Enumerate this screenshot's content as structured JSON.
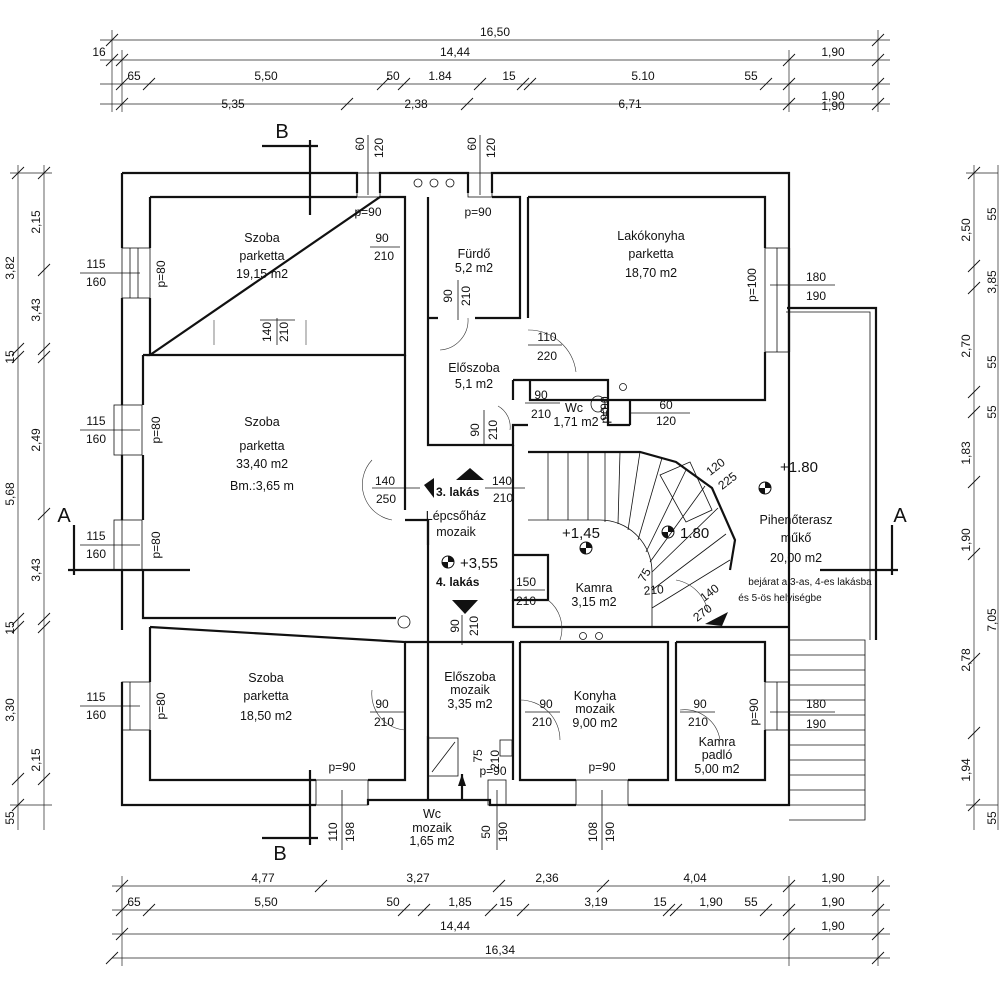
{
  "sections": {
    "a_left": "A",
    "a_right": "A",
    "b_top": "B",
    "b_bottom": "B"
  },
  "top_dims": {
    "row1": [
      "16,50"
    ],
    "row2": [
      "16",
      "14,44",
      "1,90"
    ],
    "row3": [
      "65",
      "5,50",
      "50",
      "1.84",
      "15",
      "5.10",
      "55",
      "1,90"
    ],
    "row4": [
      "5,35",
      "2,38",
      "6,71",
      "1,90"
    ]
  },
  "bottom_dims": {
    "row1": [
      "4,77",
      "3,27",
      "2,36",
      "4,04",
      "1,90"
    ],
    "row2": [
      "65",
      "5,50",
      "50",
      "1,85",
      "15",
      "3,19",
      "15",
      "1,90",
      "55",
      "1,90"
    ],
    "row3": [
      "14,44",
      "1,90"
    ],
    "row4": [
      "16,34"
    ]
  },
  "left_dims": {
    "outer": [
      "3,82",
      "15",
      "5,68",
      "15",
      "3,30",
      "55"
    ],
    "inner": [
      "2,15",
      "3,43",
      "2,49",
      "3,43",
      "2,15"
    ]
  },
  "right_dims": {
    "outer": [
      "3,85",
      "55",
      "1,90",
      "7,05",
      "55"
    ],
    "inner": [
      "2,50",
      "55",
      "2,70",
      "55",
      "1,83",
      "2,78",
      "1,94"
    ]
  },
  "rooms": {
    "szoba1": {
      "name": "Szoba",
      "floor": "parketta",
      "area": "19,15 m2"
    },
    "szoba2": {
      "name": "Szoba",
      "floor": "parketta",
      "area": "33,40 m2",
      "extra": "Bm.:3,65 m"
    },
    "szoba3": {
      "name": "Szoba",
      "floor": "parketta",
      "area": "18,50 m2"
    },
    "furdo": {
      "name": "Fürdő",
      "area": "5,2 m2"
    },
    "lakokonyha": {
      "name": "Lakókonyha",
      "floor": "parketta",
      "area": "18,70 m2"
    },
    "eloszoba1": {
      "name": "Előszoba",
      "area": "5,1 m2"
    },
    "wc1": {
      "name": "Wc",
      "area": "1,71 m2"
    },
    "lepcsohaz": {
      "name": "Lépcsőház",
      "floor": "mozaik"
    },
    "kamra1": {
      "name": "Kamra",
      "area": "3,15 m2"
    },
    "pihenoterasz": {
      "name": "Pihenőterasz",
      "floor": "műkő",
      "area": "20,00 m2"
    },
    "eloszoba2": {
      "name": "Előszoba",
      "floor": "mozaik",
      "area": "3,35 m2"
    },
    "konyha": {
      "name": "Konyha",
      "floor": "mozaik",
      "area": "9,00 m2"
    },
    "kamra2": {
      "name": "Kamra",
      "floor": "padló",
      "area": "5,00 m2"
    },
    "wc2": {
      "name": "Wc",
      "floor": "mozaik",
      "area": "1,65 m2"
    }
  },
  "labels": {
    "lakas3": "3. lakás",
    "lakas4": "4. lakás",
    "level_355": "+3,55",
    "level_145": "+1,45",
    "level_180a": "1.80",
    "level_180b": "+1.80",
    "entrance_line1": "bejárat a 3-as, 4-es lakásba",
    "entrance_line2": "és 5-ös helyiségbe"
  },
  "windows": {
    "w1": {
      "width": "115",
      "height": "160",
      "sill": "p=80"
    },
    "w2": {
      "width": "115",
      "height": "160",
      "sill": "p=80"
    },
    "w3": {
      "width": "115",
      "height": "160",
      "sill": "p=80"
    },
    "w4": {
      "width": "115",
      "height": "160",
      "sill": "p=80"
    },
    "w5": {
      "width": "180",
      "height": "190",
      "sill": "p=100"
    },
    "w6": {
      "width": "180",
      "height": "190",
      "sill": "p=90"
    },
    "w_top1": {
      "width": "60",
      "height": "120",
      "sill": "p=90"
    },
    "w_top2": {
      "width": "60",
      "height": "120",
      "sill": "p=90"
    },
    "w_wc1": {
      "width": "60",
      "height": "120",
      "sill": "p=90"
    },
    "w_b1": {
      "width": "110",
      "height": "198",
      "sill": "p=90"
    },
    "w_b2": {
      "width": "50",
      "height": "190",
      "sill": "p=90"
    },
    "w_b3": {
      "width": "108",
      "height": "190",
      "sill": "p=90"
    }
  },
  "doors": {
    "d_szoba": {
      "width": "140",
      "height": "210"
    },
    "d_furdo": {
      "width": "90",
      "height": "210"
    },
    "d_furdo2": {
      "width": "90",
      "height": "210"
    },
    "d_lakok": {
      "width": "110",
      "height": "220"
    },
    "d_wc": {
      "width": "90",
      "height": "210"
    },
    "d_wc_b": {
      "width": "90"
    },
    "d_elo": {
      "width": "90",
      "height": "210"
    },
    "d_entry": {
      "width": "140",
      "height": "250"
    },
    "d_lepcso": {
      "width": "140",
      "height": "210"
    },
    "d_terasz1": {
      "width": "120",
      "height": "225"
    },
    "d_terasz2": {
      "width": "140",
      "height": "270"
    },
    "d_kamra": {
      "width": "150",
      "height": "210"
    },
    "d_kamra_b": {
      "width": "75",
      "height": "210"
    },
    "d_lakas4": {
      "width": "90",
      "height": "210"
    },
    "d_szoba3": {
      "width": "90",
      "height": "210"
    },
    "d_konyha": {
      "width": "90",
      "height": "210"
    },
    "d_kamra2": {
      "width": "90",
      "height": "210"
    },
    "d_wc2": {
      "width": "75",
      "height": "210"
    }
  }
}
